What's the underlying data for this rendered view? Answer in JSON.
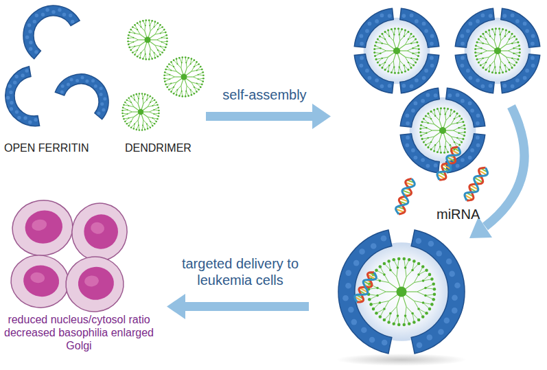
{
  "diagram": {
    "labels": [
      "OPEN FERRITIN",
      "DENDRIMER",
      "self-assembly",
      "miRNA",
      "targeted delivery to leukemia cells",
      "reduced nucleus/cytosol ratio decreased basophilia enlarged Golgi"
    ]
  }
}
